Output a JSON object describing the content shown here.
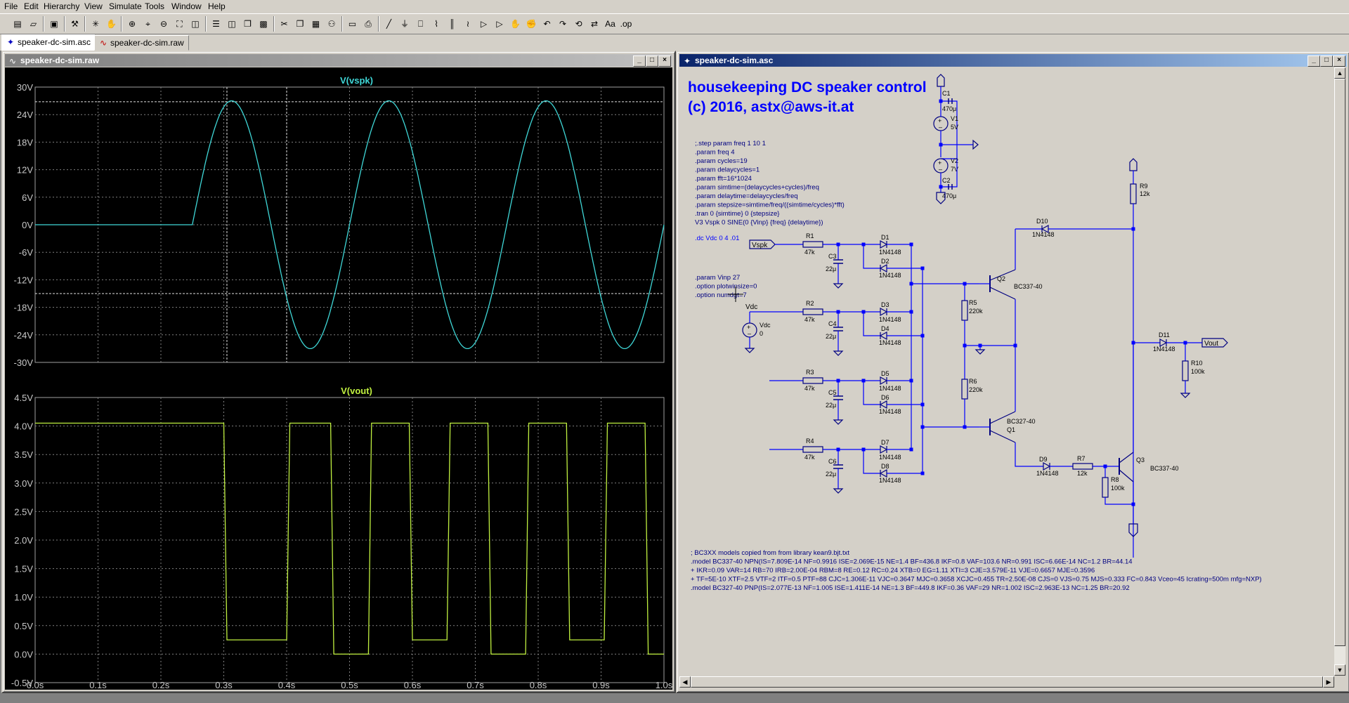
{
  "menu": [
    "File",
    "Edit",
    "Hierarchy",
    "View",
    "Simulate",
    "Tools",
    "Window",
    "Help"
  ],
  "toolbar": [
    {
      "name": "new-schematic-icon",
      "glyph": "▤"
    },
    {
      "name": "open-icon",
      "glyph": "▱"
    },
    {
      "sep": true
    },
    {
      "name": "save-icon",
      "glyph": "▣"
    },
    {
      "sep": true
    },
    {
      "name": "control-panel-icon",
      "glyph": "⚒"
    },
    {
      "sep": true
    },
    {
      "name": "run-icon",
      "glyph": "✳"
    },
    {
      "name": "halt-icon",
      "glyph": "✋"
    },
    {
      "sep": true
    },
    {
      "name": "zoom-in-icon",
      "glyph": "⊕"
    },
    {
      "name": "zoom-pan-icon",
      "glyph": "⌖"
    },
    {
      "name": "zoom-out-icon",
      "glyph": "⊖"
    },
    {
      "name": "zoom-fit-icon",
      "glyph": "⛶"
    },
    {
      "name": "autoscale-icon",
      "glyph": "◫"
    },
    {
      "sep": true
    },
    {
      "name": "tile-horizontal-icon",
      "glyph": "☰"
    },
    {
      "name": "tile-vertical-icon",
      "glyph": "◫"
    },
    {
      "name": "cascade-icon",
      "glyph": "❐"
    },
    {
      "name": "close-windows-icon",
      "glyph": "▩"
    },
    {
      "sep": true
    },
    {
      "name": "cut-icon",
      "glyph": "✂"
    },
    {
      "name": "copy-icon",
      "glyph": "❐"
    },
    {
      "name": "paste-icon",
      "glyph": "▦"
    },
    {
      "name": "find-icon",
      "glyph": "⚇"
    },
    {
      "sep": true
    },
    {
      "name": "print-setup-icon",
      "glyph": "▭"
    },
    {
      "name": "print-icon",
      "glyph": "⎙"
    },
    {
      "sep": true
    },
    {
      "name": "draw-wire-icon",
      "glyph": "╱"
    },
    {
      "name": "ground-icon",
      "glyph": "⏚"
    },
    {
      "name": "label-net-icon",
      "glyph": "⎕"
    },
    {
      "name": "resistor-icon",
      "glyph": "⌇"
    },
    {
      "name": "capacitor-icon",
      "glyph": "║"
    },
    {
      "name": "inductor-icon",
      "glyph": "≀"
    },
    {
      "name": "diode-icon",
      "glyph": "▷"
    },
    {
      "name": "component-icon",
      "glyph": "▷"
    },
    {
      "name": "move-icon",
      "glyph": "✋"
    },
    {
      "name": "drag-icon",
      "glyph": "✊"
    },
    {
      "name": "undo-icon",
      "glyph": "↶"
    },
    {
      "name": "redo-icon",
      "glyph": "↷"
    },
    {
      "name": "rotate-icon",
      "glyph": "⟲"
    },
    {
      "name": "mirror-icon",
      "glyph": "⇄"
    },
    {
      "name": "text-icon",
      "glyph": "Aa"
    },
    {
      "name": "spice-directive-icon",
      "glyph": ".op"
    }
  ],
  "tabs": [
    {
      "label": "speaker-dc-sim.asc",
      "icon": "schematic-icon",
      "glyph": "✦",
      "selected": true
    },
    {
      "label": "speaker-dc-sim.raw",
      "icon": "waveform-icon",
      "glyph": "∿",
      "selected": false
    }
  ],
  "plot_window": {
    "title": "speaker-dc-sim.raw",
    "panes": [
      {
        "trace": "V(vspk)",
        "trace_color": "#3fd7d7",
        "y_ticks": [
          "30V",
          "24V",
          "18V",
          "12V",
          "6V",
          "0V",
          "-6V",
          "-12V",
          "-18V",
          "-24V",
          "-30V"
        ]
      },
      {
        "trace": "V(vout)",
        "trace_color": "#c0f040",
        "y_ticks": [
          "4.5V",
          "4.0V",
          "3.5V",
          "3.0V",
          "2.5V",
          "2.0V",
          "1.5V",
          "1.0V",
          "0.5V",
          "0.0V",
          "-0.5V"
        ]
      }
    ],
    "x_ticks": [
      "0.0s",
      "0.1s",
      "0.2s",
      "0.3s",
      "0.4s",
      "0.5s",
      "0.6s",
      "0.7s",
      "0.8s",
      "0.9s",
      "1.0s"
    ]
  },
  "chart_data": [
    {
      "type": "line",
      "series": [
        {
          "name": "V(vspk)",
          "description": "0 V until 0.25 s, then 27 V peak sine at 4 Hz"
        }
      ],
      "x": [
        0,
        0.25,
        0.3125,
        0.375,
        0.4375,
        0.5,
        0.5625,
        0.625,
        0.6875,
        0.75,
        0.8125,
        0.875,
        0.9375,
        1.0
      ],
      "y": [
        0,
        0,
        27,
        0,
        -27,
        0,
        27,
        0,
        -27,
        0,
        27,
        0,
        -27,
        0
      ],
      "xlim": [
        0,
        1.0
      ],
      "ylim": [
        -30,
        30
      ],
      "grid": true,
      "cursors": {
        "x": [
          0.305,
          0.4
        ],
        "y": [
          26.8,
          -15
        ]
      }
    },
    {
      "type": "line",
      "series": [
        {
          "name": "V(vout)"
        }
      ],
      "x": [
        0,
        0.3,
        0.305,
        0.4,
        0.405,
        0.47,
        0.475,
        0.53,
        0.535,
        0.595,
        0.6,
        0.655,
        0.66,
        0.72,
        0.725,
        0.78,
        0.785,
        0.845,
        0.85,
        0.905,
        0.91,
        0.97,
        0.975,
        1.0
      ],
      "y": [
        4.05,
        4.05,
        0.25,
        0.25,
        4.05,
        4.05,
        0.0,
        0.0,
        4.05,
        4.05,
        0.25,
        0.25,
        4.05,
        4.05,
        0.0,
        0.0,
        4.05,
        4.05,
        0.25,
        0.25,
        4.05,
        4.05,
        0.0,
        0.0
      ],
      "xlim": [
        0,
        1.0
      ],
      "ylim": [
        -0.5,
        4.5
      ],
      "grid": true
    }
  ],
  "schematic_window": {
    "title": "speaker-dc-sim.asc",
    "heading_line1": "housekeeping DC speaker control",
    "heading_line2": "(c) 2016, astx@aws-it.at",
    "directives_block1": [
      ";.step param freq 1 10 1",
      ".param freq 4",
      ".param cycles=19",
      ".param delaycycles=1",
      ".param fft=16*1024",
      ".param simtime=(delaycycles+cycles)/freq",
      ".param delaytime=delaycycles/freq",
      ".param stepsize=simtime/freq/((simtime/cycles)*fft)",
      ".tran 0 {simtime} 0 {stepsize}",
      "V3 Vspk 0 SINE(0 {Vinp} {freq} {delaytime})"
    ],
    "directive_dc": ".dc Vdc 0 4 .01",
    "directives_block2": [
      ".param Vinp 27",
      ".option plotwinsize=0",
      ".option numdgt=7"
    ],
    "models": [
      "; BC3XX models copied from from library kean9.bjt.txt",
      ".model BC337-40 NPN(IS=7.809E-14 NF=0.9916 ISE=2.069E-15 NE=1.4 BF=436.8 IKF=0.8 VAF=103.6 NR=0.991 ISC=6.66E-14 NC=1.2 BR=44.14",
      "+ IKR=0.09 VAR=14 RB=70 IRB=2.00E-04 RBM=8 RE=0.12 RC=0.24 XTB=0 EG=1.11 XTI=3 CJE=3.579E-11 VJE=0.6657 MJE=0.3596",
      "+ TF=5E-10 XTF=2.5 VTF=2 ITF=0.5 PTF=88 CJC=1.306E-11 VJC=0.3647 MJC=0.3658 XCJC=0.455 TR=2.50E-08 CJS=0 VJS=0.75 MJS=0.333 FC=0.843 Vceo=45 Icrating=500m mfg=NXP)",
      ".model BC327-40 PNP(IS=2.077E-13 NF=1.005 ISE=1.411E-14 NE=1.3 BF=449.8 IKF=0.36 VAF=29 NR=1.002 ISC=2.963E-13 NC=1.25 BR=20.92"
    ],
    "labels": {
      "vspk": "Vspk",
      "vdc": "Vdc",
      "vout": "Vout",
      "c1": "C1",
      "c1v": "470μ",
      "v1": "V1",
      "v1v": "5V",
      "v2": "V2",
      "v2v": "7V",
      "c2": "C2",
      "c2v": "470μ",
      "r9": "R9",
      "r9v": "12k",
      "d10": "D10",
      "d10v": "1N4148",
      "r1": "R1",
      "r1v": "47k",
      "r2": "R2",
      "r2v": "47k",
      "r3": "R3",
      "r3v": "47k",
      "r4": "R4",
      "r4v": "47k",
      "c3": "C3",
      "c3v": "22μ",
      "c4": "C4",
      "c4v": "22μ",
      "c5": "C5",
      "c5v": "22μ",
      "c6": "C6",
      "c6v": "22μ",
      "d1": "D1",
      "d2": "D2",
      "d3": "D3",
      "d4": "D4",
      "d5": "D5",
      "d6": "D6",
      "d7": "D7",
      "d8": "D8",
      "dv": "1N4148",
      "q2": "Q2",
      "q2m": "BC337-40",
      "q1": "Q1",
      "q1m": "BC327-40",
      "q3": "Q3",
      "q3m": "BC337-40",
      "r5": "R5",
      "r5v": "220k",
      "r6": "R6",
      "r6v": "220k",
      "vdcsrc": "Vdc",
      "vdcval": "0",
      "d11": "D11",
      "d11v": "1N4148",
      "r10": "R10",
      "r10v": "100k",
      "d9": "D9",
      "d9v": "1N4148",
      "r7": "R7",
      "r7v": "12k",
      "r8": "R8",
      "r8v": "100k",
      "plus": "+"
    }
  },
  "colors": {
    "wire": "#0000ff",
    "component": "#000080",
    "text_blue": "#0000ff",
    "directive_blue": "#000080",
    "plot_bg": "#000000",
    "grid": "#808080"
  }
}
